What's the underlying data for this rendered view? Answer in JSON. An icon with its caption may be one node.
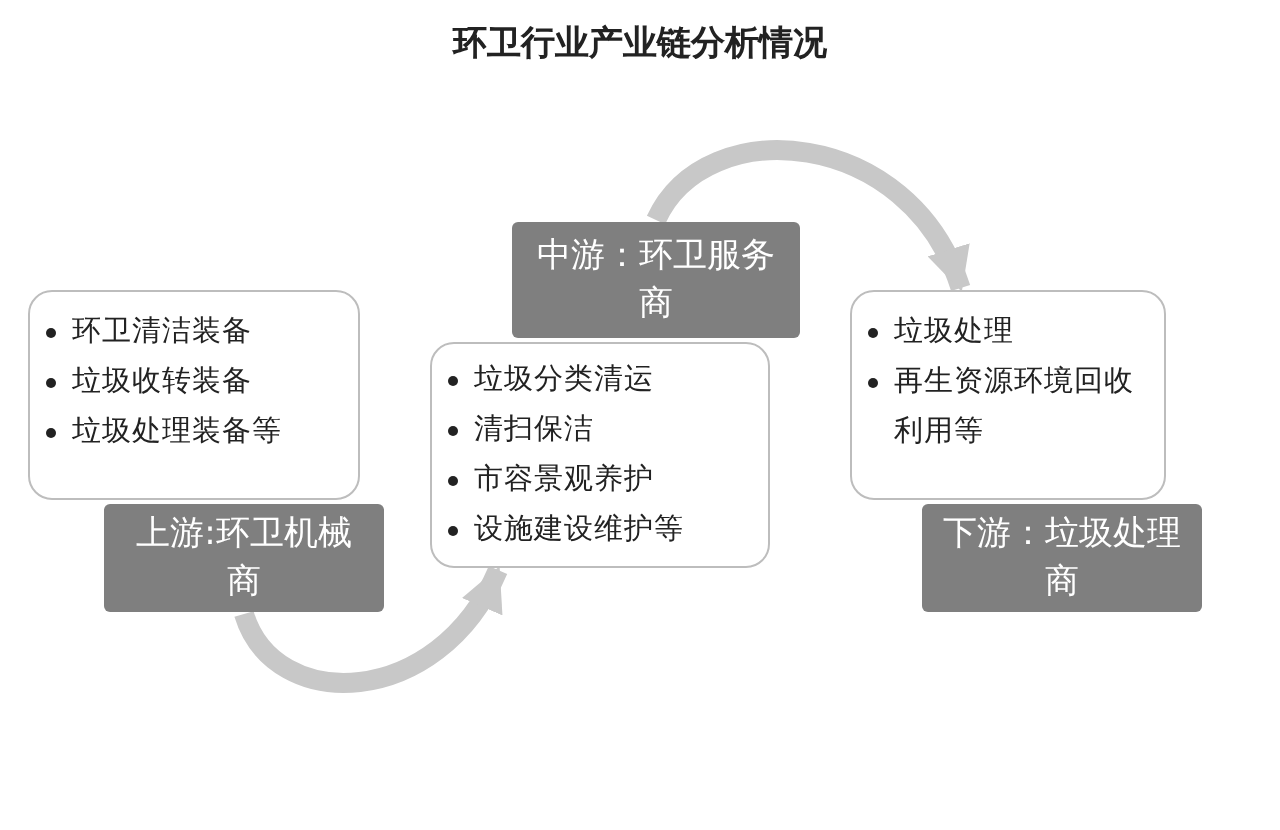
{
  "diagram": {
    "title": "环卫行业产业链分析情况",
    "nodes": [
      {
        "text": [
          "环卫清洁装备",
          "垃圾收转装备",
          "垃圾处理装备等"
        ]
      },
      {
        "text": [
          "上游:环卫机械商"
        ]
      },
      {
        "text": [
          "中游：环卫服务商"
        ]
      },
      {
        "text": [
          "垃圾分类清运",
          "清扫保洁",
          "市容景观养护",
          "设施建设维护等"
        ]
      },
      {
        "text": [
          "垃圾处理",
          "再生资源环境回收利用等"
        ]
      },
      {
        "text": [
          "下游：垃圾处理商"
        ]
      }
    ],
    "edges": [
      {
        "from": 1,
        "to": 3,
        "arrow": "to"
      },
      {
        "from": 2,
        "to": 4,
        "arrow": "to"
      }
    ]
  }
}
